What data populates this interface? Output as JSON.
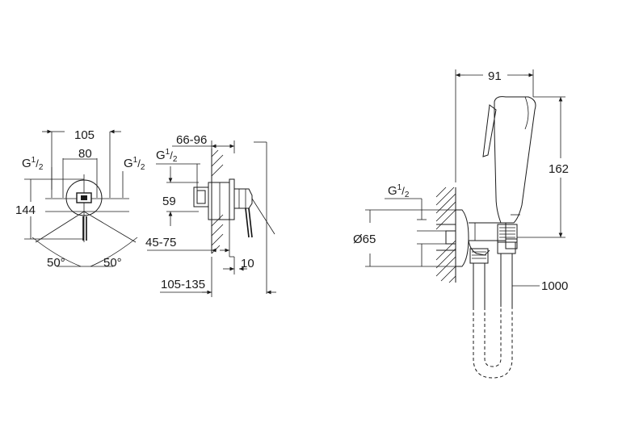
{
  "dims": {
    "mixer_width": "105",
    "mixer_inner": "80",
    "mixer_height": "144",
    "thread_left": "G",
    "thread_right": "G",
    "thread_side": "G",
    "thread_spout": "G",
    "thread_sup": "1",
    "thread_sub": "2",
    "angle_left": "50°",
    "angle_right": "50°",
    "depth_range": "66-96",
    "center_height": "59",
    "depth_2": "45-75",
    "wall_gap": "10",
    "total_depth": "105-135",
    "spray_width": "91",
    "spray_height": "162",
    "elbow_diameter": "Ø65",
    "hose_length": "1000"
  }
}
